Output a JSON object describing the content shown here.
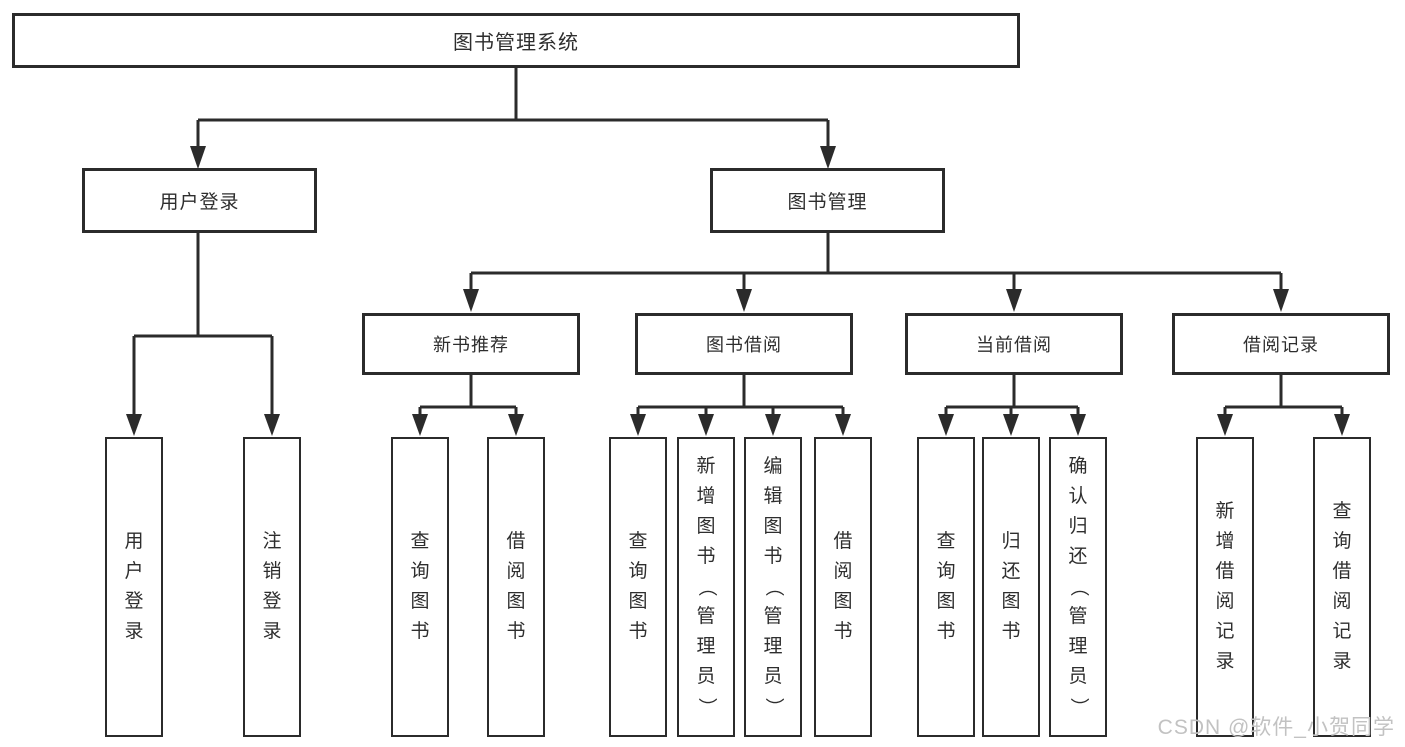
{
  "tree": {
    "label": "图书管理系统",
    "children": [
      {
        "label": "用户登录",
        "children": [
          {
            "label": "用户登录"
          },
          {
            "label": "注销登录"
          }
        ]
      },
      {
        "label": "图书管理",
        "children": [
          {
            "label": "新书推荐",
            "children": [
              {
                "label": "查询图书"
              },
              {
                "label": "借阅图书"
              }
            ]
          },
          {
            "label": "图书借阅",
            "children": [
              {
                "label": "查询图书"
              },
              {
                "label": "新增图书（管理员）"
              },
              {
                "label": "编辑图书（管理员）"
              },
              {
                "label": "借阅图书"
              }
            ]
          },
          {
            "label": "当前借阅",
            "children": [
              {
                "label": "查询图书"
              },
              {
                "label": "归还图书"
              },
              {
                "label": "确认归还（管理员）"
              }
            ]
          },
          {
            "label": "借阅记录",
            "children": [
              {
                "label": "新增借阅记录"
              },
              {
                "label": "查询借阅记录"
              }
            ]
          }
        ]
      }
    ]
  },
  "watermark": "CSDN @软件_小贺同学",
  "colors": {
    "line": "#2b2b2b",
    "text": "#2e2e2e",
    "watermark": "#c2c2c2",
    "background": "#ffffff"
  }
}
